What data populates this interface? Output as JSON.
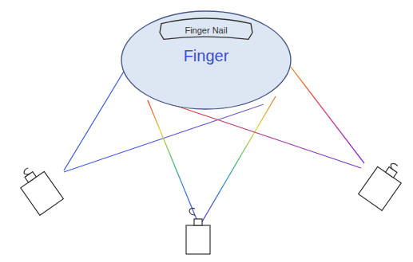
{
  "diagram": {
    "nodes": [
      {
        "text": [
          "Finger"
        ]
      },
      {
        "text": [
          "Finger Nail"
        ],
        "in": 0
      }
    ]
  }
}
